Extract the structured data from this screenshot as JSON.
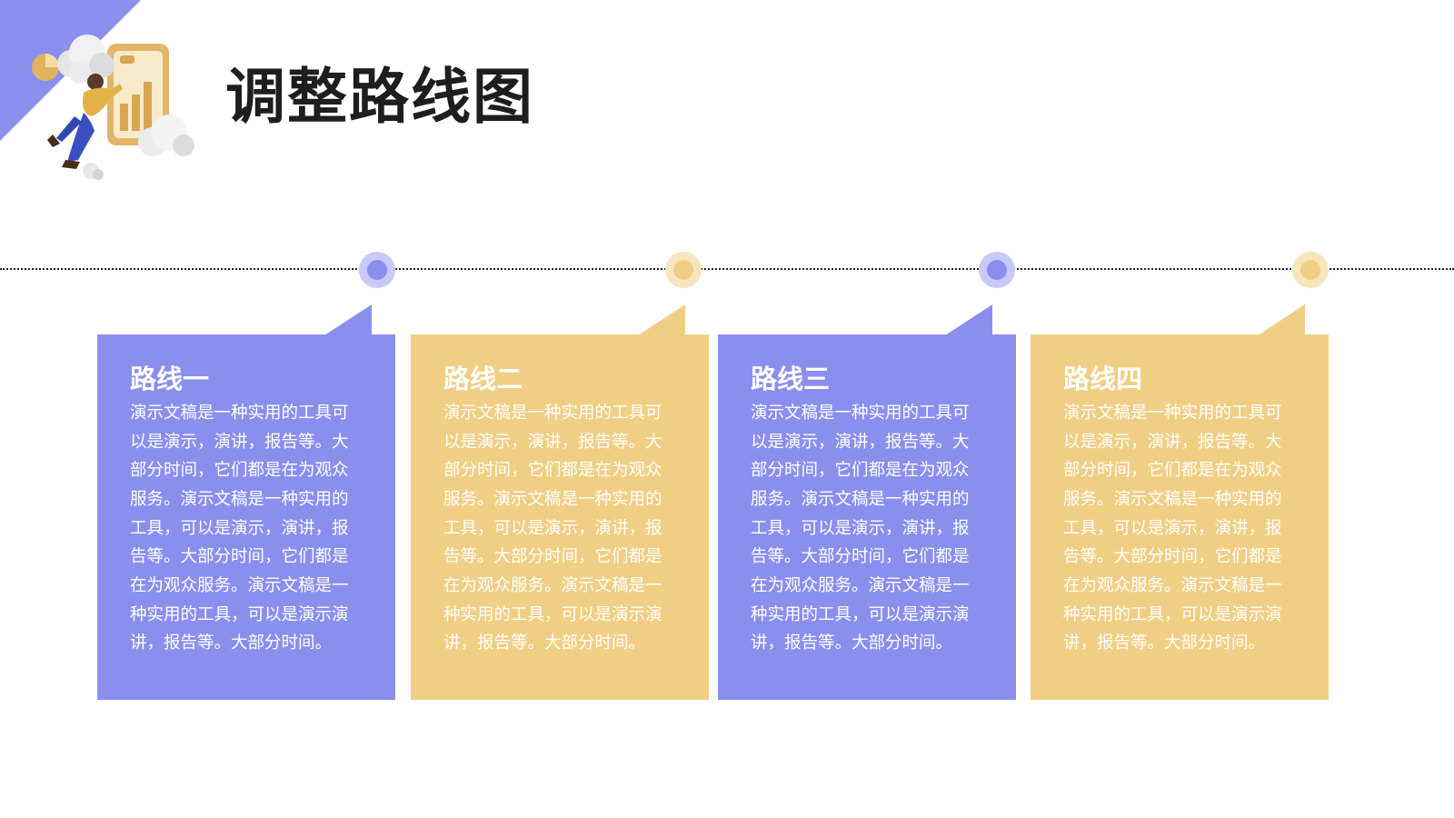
{
  "header": {
    "title": "调整路线图"
  },
  "colors": {
    "blue": "#8a8fee",
    "yellow": "#f0cf85",
    "title_text": "#1e1e1e",
    "card_text": "#ffffff"
  },
  "illustration": {
    "icon": "person-with-phone-chart-clouds-illustration"
  },
  "timeline": {
    "dots": [
      {
        "color": "blue"
      },
      {
        "color": "yellow"
      },
      {
        "color": "blue"
      },
      {
        "color": "yellow"
      }
    ]
  },
  "cards": [
    {
      "title": "路线一",
      "body": "演示文稿是一种实用的工具可以是演示，演讲，报告等。大部分时间，它们都是在为观众服务。演示文稿是一种实用的工具，可以是演示，演讲，报告等。大部分时间，它们都是在为观众服务。演示文稿是一种实用的工具，可以是演示演讲，报告等。大部分时间。",
      "color": "blue"
    },
    {
      "title": "路线二",
      "body": "演示文稿是一种实用的工具可以是演示，演讲，报告等。大部分时间，它们都是在为观众服务。演示文稿是一种实用的工具，可以是演示，演讲，报告等。大部分时间，它们都是在为观众服务。演示文稿是一种实用的工具，可以是演示演讲，报告等。大部分时间。",
      "color": "yellow"
    },
    {
      "title": "路线三",
      "body": "演示文稿是一种实用的工具可以是演示，演讲，报告等。大部分时间，它们都是在为观众服务。演示文稿是一种实用的工具，可以是演示，演讲，报告等。大部分时间，它们都是在为观众服务。演示文稿是一种实用的工具，可以是演示演讲，报告等。大部分时间。",
      "color": "blue"
    },
    {
      "title": "路线四",
      "body": "演示文稿是一种实用的工具可以是演示，演讲，报告等。大部分时间，它们都是在为观众服务。演示文稿是一种实用的工具，可以是演示，演讲，报告等。大部分时间，它们都是在为观众服务。演示文稿是一种实用的工具，可以是演示演讲，报告等。大部分时间。",
      "color": "yellow"
    }
  ]
}
